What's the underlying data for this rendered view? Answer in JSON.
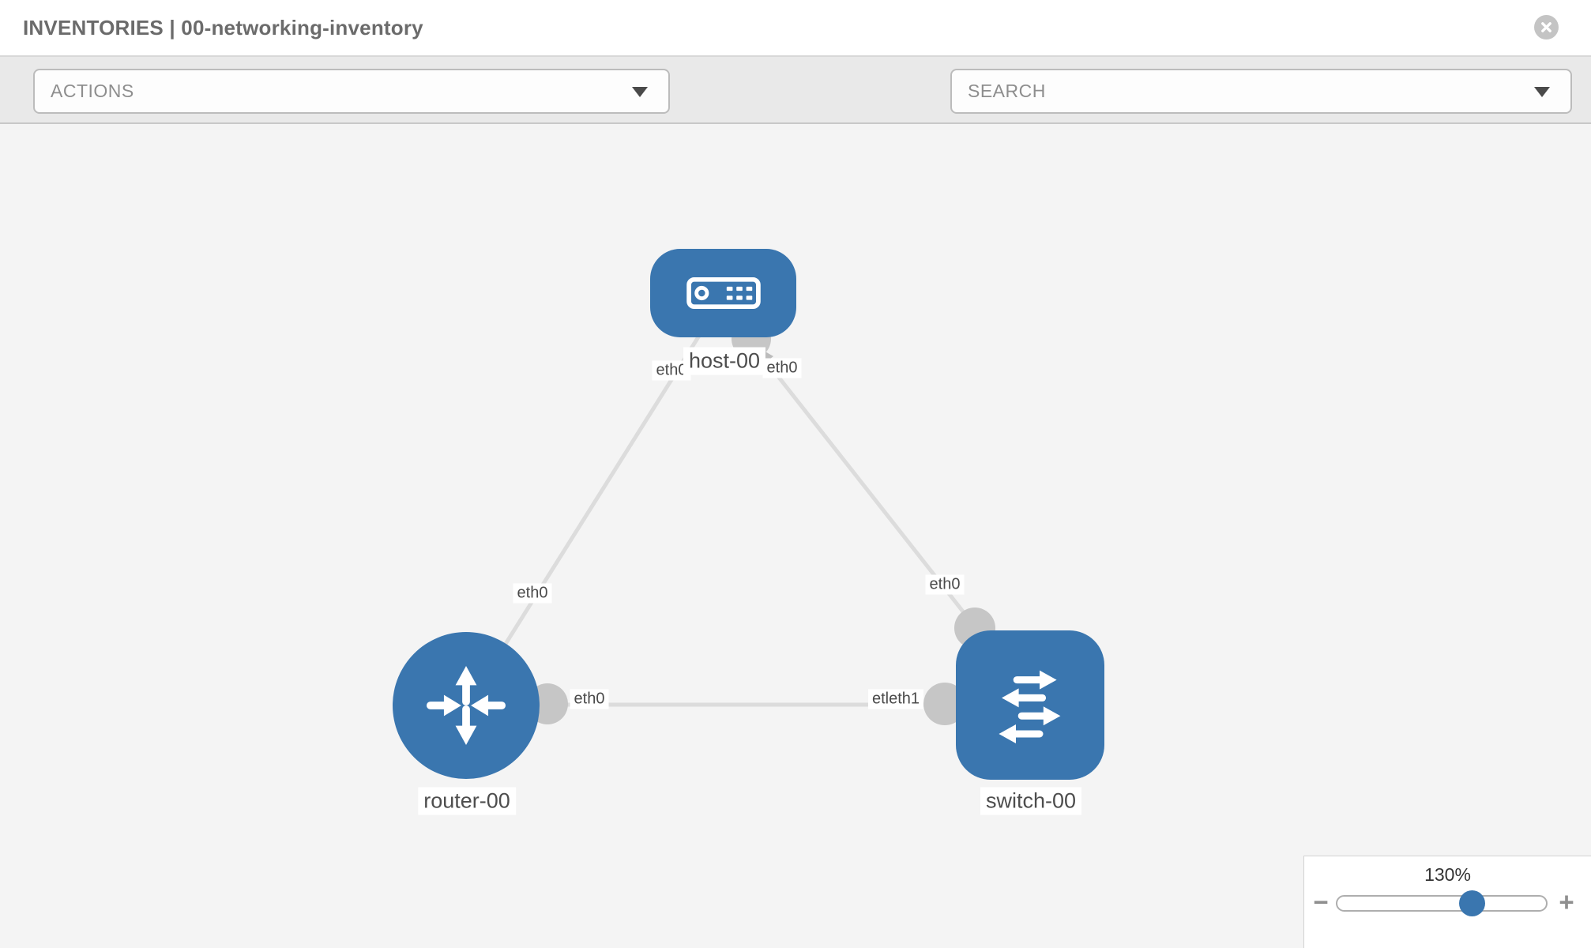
{
  "header": {
    "title": "INVENTORIES | 00-networking-inventory"
  },
  "toolbar": {
    "actions_label": "ACTIONS",
    "search_label": "SEARCH"
  },
  "canvas": {
    "nodes": [
      {
        "id": "host-00",
        "label": "host-00",
        "type": "host"
      },
      {
        "id": "router-00",
        "label": "router-00",
        "type": "router"
      },
      {
        "id": "switch-00",
        "label": "switch-00",
        "type": "switch"
      }
    ],
    "links": [
      {
        "from": "host-00",
        "to": "router-00"
      },
      {
        "from": "host-00",
        "to": "switch-00"
      },
      {
        "from": "router-00",
        "to": "switch-00"
      }
    ],
    "iface_labels": {
      "host_left": "eth0",
      "host_right": "eth0",
      "host_router_mid": "eth0",
      "host_switch_mid": "eth0",
      "router_side": "eth0",
      "switch_side": "etleth1"
    }
  },
  "zoom_control": {
    "level": "130%",
    "minus_label": "−",
    "plus_label": "+"
  },
  "colors": {
    "node_blue": "#3a76af",
    "connector_gray": "#c6c6c6",
    "link_gray": "#dcdcdc",
    "toolbar_icon_gray": "#8d959e"
  }
}
